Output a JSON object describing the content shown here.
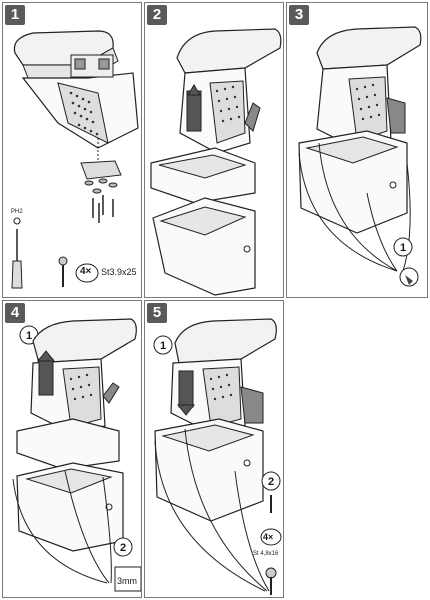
{
  "steps": [
    {
      "number": "1"
    },
    {
      "number": "2"
    },
    {
      "number": "3"
    },
    {
      "number": "4"
    },
    {
      "number": "5"
    }
  ],
  "step1": {
    "tool_label": "PH2",
    "screw_qty": "4×",
    "screw_spec": "St3.9x25"
  },
  "step3": {
    "callout": "1"
  },
  "step4": {
    "callout_1": "1",
    "callout_2": "2",
    "drill_size": "3mm"
  },
  "step5": {
    "callout_2": "2",
    "screw_qty": "4×",
    "screw_spec": "St 4,8x16"
  }
}
